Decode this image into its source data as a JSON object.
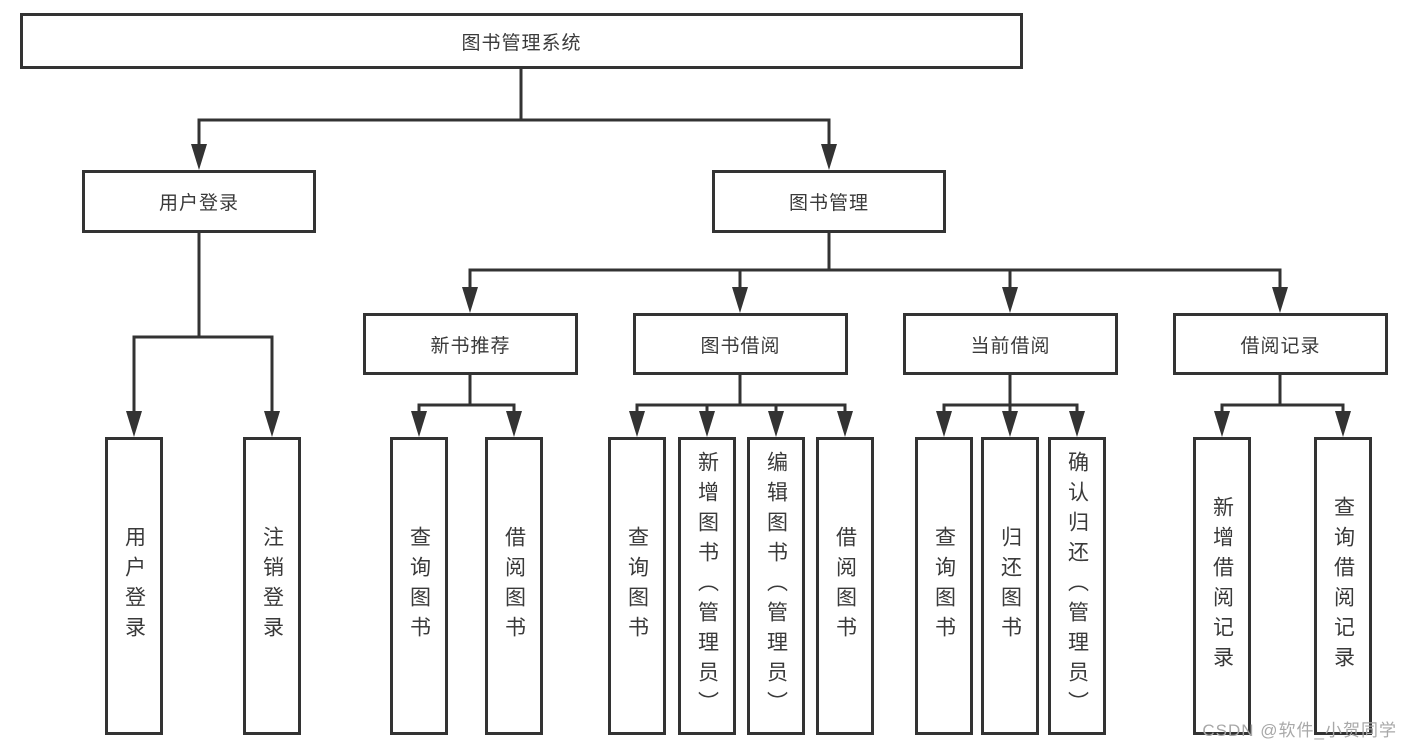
{
  "diagram": {
    "title": "图书管理系统",
    "root": {
      "label": "图书管理系统"
    },
    "level2": [
      {
        "id": "user-login",
        "label": "用户登录"
      },
      {
        "id": "book-management",
        "label": "图书管理"
      }
    ],
    "level3": [
      {
        "id": "new-book-recommend",
        "label": "新书推荐"
      },
      {
        "id": "book-borrow",
        "label": "图书借阅"
      },
      {
        "id": "current-borrow",
        "label": "当前借阅"
      },
      {
        "id": "borrow-records",
        "label": "借阅记录"
      }
    ],
    "leaves": [
      {
        "parent": "user-login",
        "label": "用户登录"
      },
      {
        "parent": "user-login",
        "label": "注销登录"
      },
      {
        "parent": "new-book-recommend",
        "label": "查询图书"
      },
      {
        "parent": "new-book-recommend",
        "label": "借阅图书"
      },
      {
        "parent": "book-borrow",
        "label": "查询图书"
      },
      {
        "parent": "book-borrow",
        "label": "新增图书（管理员）"
      },
      {
        "parent": "book-borrow",
        "label": "编辑图书（管理员）"
      },
      {
        "parent": "book-borrow",
        "label": "借阅图书"
      },
      {
        "parent": "current-borrow",
        "label": "查询图书"
      },
      {
        "parent": "current-borrow",
        "label": "归还图书"
      },
      {
        "parent": "current-borrow",
        "label": "确认归还（管理员）"
      },
      {
        "parent": "borrow-records",
        "label": "新增借阅记录"
      },
      {
        "parent": "borrow-records",
        "label": "查询借阅记录"
      }
    ]
  },
  "watermark": {
    "text": "CSDN @软件_小贺同学"
  },
  "colors": {
    "line": "#333333",
    "box_border": "#333333",
    "box_fill": "#ffffff",
    "text": "#3a3a3a",
    "watermark": "#a8a8a8",
    "background": "#ffffff"
  }
}
